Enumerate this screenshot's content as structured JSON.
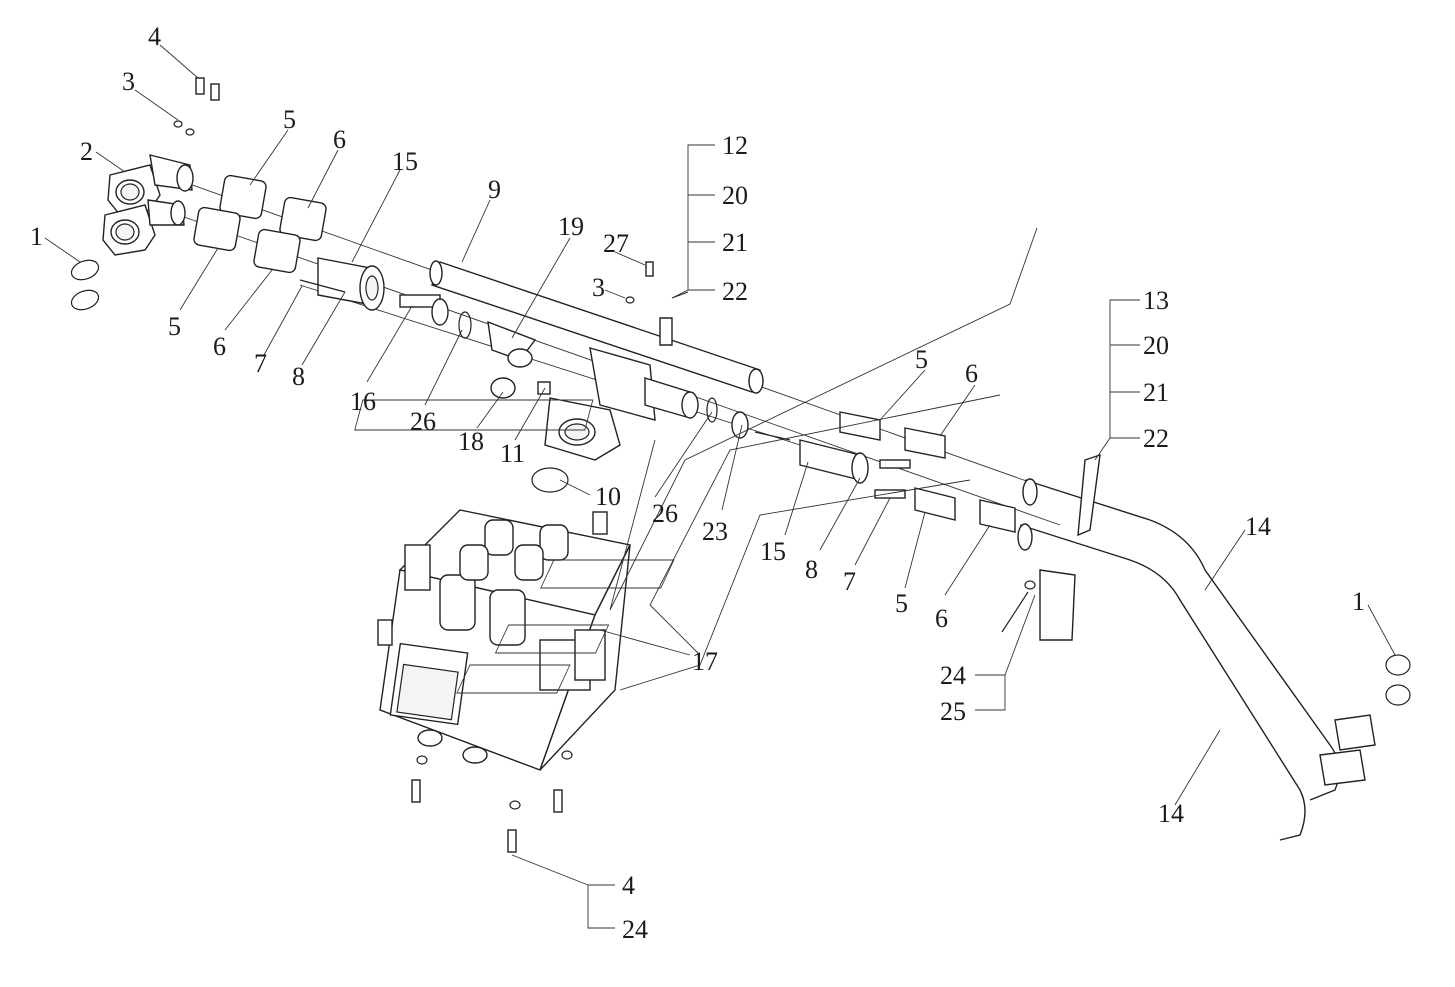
{
  "diagram": {
    "callouts": [
      {
        "id": "c-4-top",
        "text": "4"
      },
      {
        "id": "c-3-top",
        "text": "3"
      },
      {
        "id": "c-2",
        "text": "2"
      },
      {
        "id": "c-1-left",
        "text": "1"
      },
      {
        "id": "c-5-top",
        "text": "5"
      },
      {
        "id": "c-6-top",
        "text": "6"
      },
      {
        "id": "c-15-top",
        "text": "15"
      },
      {
        "id": "c-5-left",
        "text": "5"
      },
      {
        "id": "c-6-left",
        "text": "6"
      },
      {
        "id": "c-7-left",
        "text": "7"
      },
      {
        "id": "c-8-left",
        "text": "8"
      },
      {
        "id": "c-16",
        "text": "16"
      },
      {
        "id": "c-9",
        "text": "9"
      },
      {
        "id": "c-19",
        "text": "19"
      },
      {
        "id": "c-26-left",
        "text": "26"
      },
      {
        "id": "c-18",
        "text": "18"
      },
      {
        "id": "c-11",
        "text": "11"
      },
      {
        "id": "c-27",
        "text": "27"
      },
      {
        "id": "c-3-mid",
        "text": "3"
      },
      {
        "id": "c-10",
        "text": "10"
      },
      {
        "id": "c-26-mid",
        "text": "26"
      },
      {
        "id": "c-23",
        "text": "23"
      },
      {
        "id": "c-15-mid",
        "text": "15"
      },
      {
        "id": "c-8-mid",
        "text": "8"
      },
      {
        "id": "c-7-mid",
        "text": "7"
      },
      {
        "id": "c-5-mid-top",
        "text": "5"
      },
      {
        "id": "c-6-mid-top",
        "text": "6"
      },
      {
        "id": "c-5-mid-bot",
        "text": "5"
      },
      {
        "id": "c-6-mid-bot",
        "text": "6"
      },
      {
        "id": "c-17",
        "text": "17"
      },
      {
        "id": "c-14-top",
        "text": "14"
      },
      {
        "id": "c-14-bot",
        "text": "14"
      },
      {
        "id": "c-1-right",
        "text": "1"
      }
    ],
    "bracket_top": [
      "12",
      "20",
      "21",
      "22"
    ],
    "bracket_right": [
      "13",
      "20",
      "21",
      "22"
    ],
    "bracket_mid": [
      "24",
      "25"
    ],
    "bracket_bottom": [
      "4",
      "24"
    ]
  }
}
